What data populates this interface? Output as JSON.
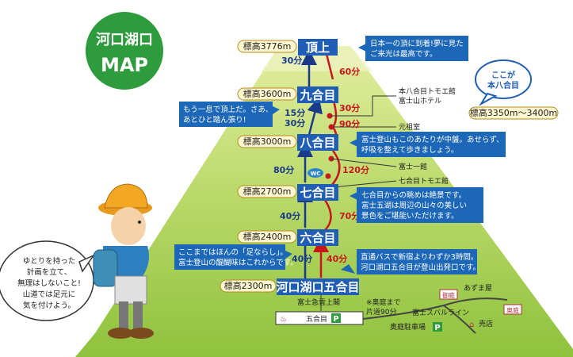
{
  "badge": {
    "line1": "河口湖口",
    "line2": "MAP"
  },
  "stations": {
    "summit": "頂上",
    "s9": "九合目",
    "s8": "八合目",
    "s7": "七合目",
    "s6": "六合目",
    "s5": "河口湖口五合目"
  },
  "altitudes": {
    "summit": "標高3776m",
    "s9": "標高3600m",
    "s8": "標高3000m",
    "s7": "標高2700m",
    "s6": "標高2400m",
    "s5": "標高2300m",
    "hon8": "標高3350m〜3400m"
  },
  "times": {
    "up_9_summit": "30分",
    "down_summit_9": "60分",
    "up_8_9_a": "15分",
    "up_8_9_b": "30分",
    "down_9_8_a": "30分",
    "down_9_8_b": "90分",
    "up_7_8": "80分",
    "down_8_7": "120分",
    "up_6_7": "40分",
    "down_7_6": "70分",
    "up_5_6": "40分",
    "down_6_5": "40分"
  },
  "callouts": {
    "summit_l1": "日本一の頂に到着!夢に見た",
    "summit_l2": "ご来光は最高です。",
    "s9_l1": "もう一息で頂上だ。さあ、",
    "s9_l2": "あとひと踏ん張り!",
    "s8_l1": "富士登山もこのあたりが中盤。あせらず、",
    "s8_l2": "呼吸を整えて歩きましょう。",
    "s7_l1": "七合目からの眺めは絶景です。",
    "s7_l2": "富士五湖は周辺の山々の美しい",
    "s7_l3": "景色をご堪能いただけます。",
    "s6_l1": "ここまではほんの「足ならし」。",
    "s6_l2": "富士登山の醍醐味はこれからです。",
    "s5_l1": "直通バスで新宿よりわずか3時間。",
    "s5_l2": "河口湖口五合目が登山出発口です。"
  },
  "hon8_bubble": {
    "line1": "ここが",
    "line2": "本八合目"
  },
  "huts": {
    "hon8_tomoe": "本八合目トモエ館",
    "fujisan_hotel": "富士山ホテル",
    "ganso": "元祖室",
    "fuji_ichikan": "富士一館",
    "s7_tomoe": "七合目トモエ館"
  },
  "hiker_speech": {
    "l1": "ゆとりを持った",
    "l2": "計画を立て、",
    "l3": "無理はしないこと!",
    "l4": "山道では足元に",
    "l5": "気を付けよう。"
  },
  "wc_label": "WC",
  "base_area": {
    "fujikyu_kamiya": "富士急雲上閣",
    "gogome": "五合目",
    "okuniwa_note_l1": "※奥庭まで",
    "okuniwa_note_l2": "片道90分",
    "subaru_line": "富士スバルライン",
    "okuniwa_parking": "奥庭駐車場",
    "azumaya": "あずま屋",
    "gotei": "御庭",
    "okuniwa": "奥庭",
    "shop": "売店",
    "parking_symbol": "P"
  },
  "colors": {
    "mountain_top": "#d9e98a",
    "mountain_bottom": "#8fc23b",
    "station_blue": "#1f5eb4",
    "callout_blue": "#1c67b8",
    "up_arrow": "#1a3a8a",
    "down_arrow": "#c8161d",
    "badge_green": "#2e9b3c"
  }
}
